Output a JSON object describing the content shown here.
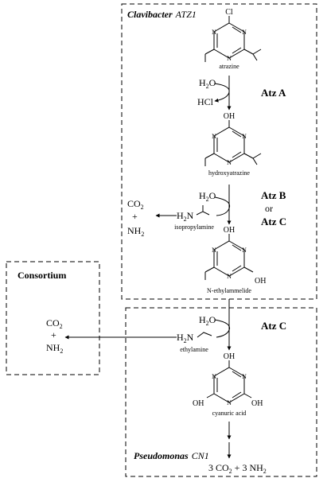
{
  "organisms": {
    "clavibacter_name": "Clavibacter",
    "clavibacter_strain": "ATZ1",
    "pseudomonas_name": "Pseudomonas",
    "pseudomonas_strain": "CN1",
    "consortium": "Consortium"
  },
  "compounds": {
    "atrazine": {
      "name": "atrazine",
      "substituent": "Cl"
    },
    "hydroxyatrazine": {
      "name": "hydroxyatrazine",
      "substituent": "OH"
    },
    "n_ethylammelide": {
      "name": "N-ethylammelide",
      "substituent_top": "OH",
      "substituent_right": "OH"
    },
    "cyanuric_acid": {
      "name": "cyanuric acid",
      "substituent_top": "OH",
      "substituent_left": "OH",
      "substituent_right": "OH"
    },
    "ring_atom": "N"
  },
  "enzymes": {
    "step1": "Atz A",
    "step2_a": "Atz B",
    "step2_or": "or",
    "step2_b": "Atz C",
    "step3": "Atz C"
  },
  "reactants": {
    "water_h": "H",
    "water_sub": "2",
    "water_o": "O",
    "hcl": "HCl"
  },
  "byproducts": {
    "isopropylamine_h2n_h": "H",
    "isopropylamine_h2n_sub": "2",
    "isopropylamine_h2n_n": "N",
    "isopropylamine": "isopropylamine",
    "ethylamine_h2n_h": "H",
    "ethylamine_h2n_sub": "2",
    "ethylamine_h2n_n": "N",
    "ethylamine": "ethylamine"
  },
  "products": {
    "co2_c": "CO",
    "co2_sub": "2",
    "plus": "+",
    "nh2_n": "NH",
    "nh2_sub": "2",
    "final_prefix": "3 CO",
    "final_sub1": "2",
    "final_mid": " + 3 NH",
    "final_sub2": "2"
  }
}
